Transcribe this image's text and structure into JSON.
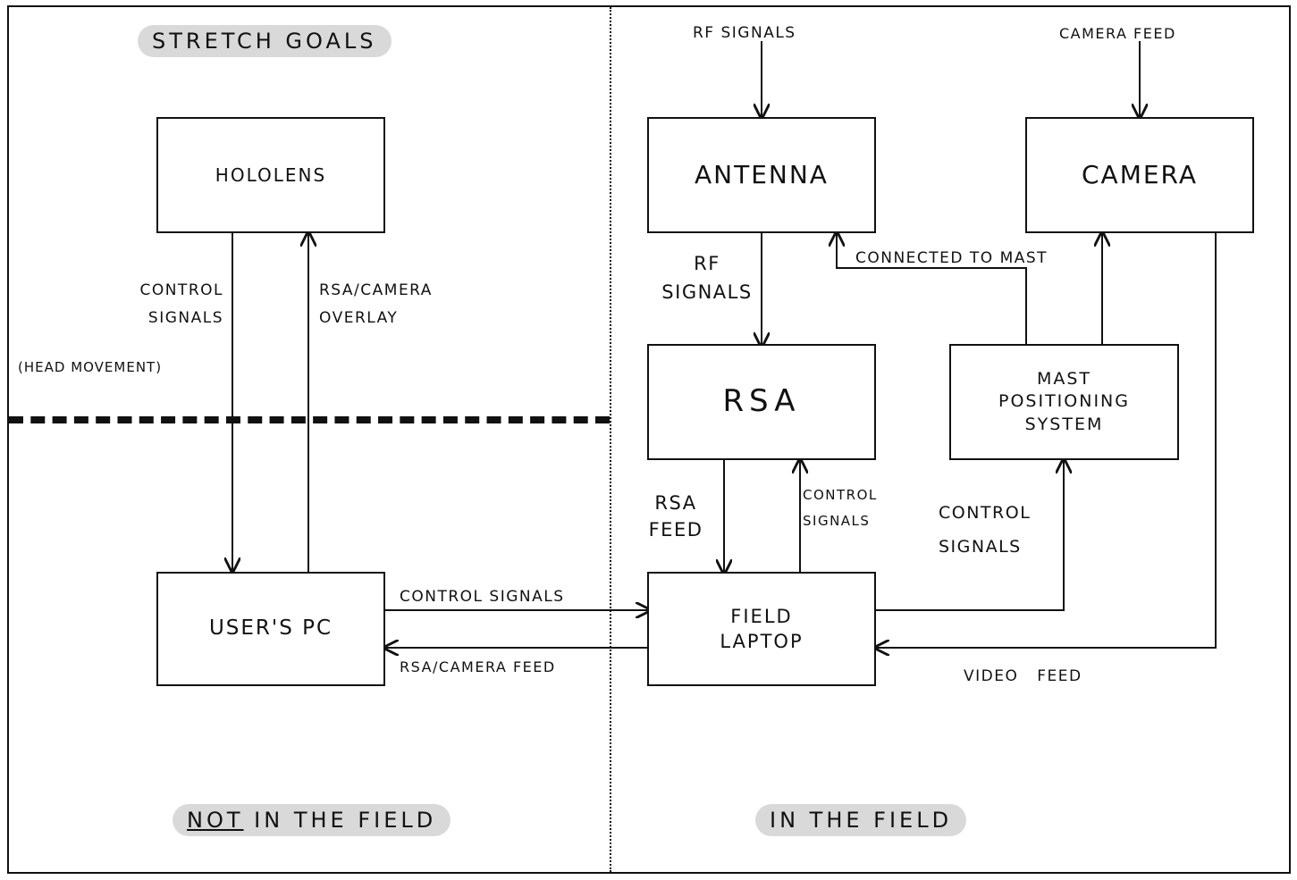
{
  "regions": {
    "stretch_goals": "Stretch Goals",
    "not_in_field_prefix": "Not",
    "not_in_field_suffix": "in the field",
    "in_field": "In the field"
  },
  "nodes": {
    "hololens": "HoloLens",
    "users_pc": "User's PC",
    "antenna": "Antenna",
    "camera": "Camera",
    "rsa": "RSA",
    "mast": "Mast\nPositioning\nSystem",
    "field_laptop": "Field\nLaptop"
  },
  "edges": {
    "rf_signals_in": "RF Signals",
    "camera_feed_in": "Camera Feed",
    "hololens_control": "Control\nSignals",
    "hololens_control_note": "(Head Movement)",
    "rsa_camera_overlay": "RSA/Camera\nOverlay",
    "antenna_rf": "RF\nSignals",
    "connected_to_mast": "Connected to Mast",
    "rsa_feed": "RSA\nFeed",
    "laptop_control": "Control\nSignals",
    "mast_control": "Control\nSignals",
    "pc_control": "Control Signals",
    "rsa_camera_feed": "RSA/Camera Feed",
    "video_feed": "Video Feed"
  }
}
